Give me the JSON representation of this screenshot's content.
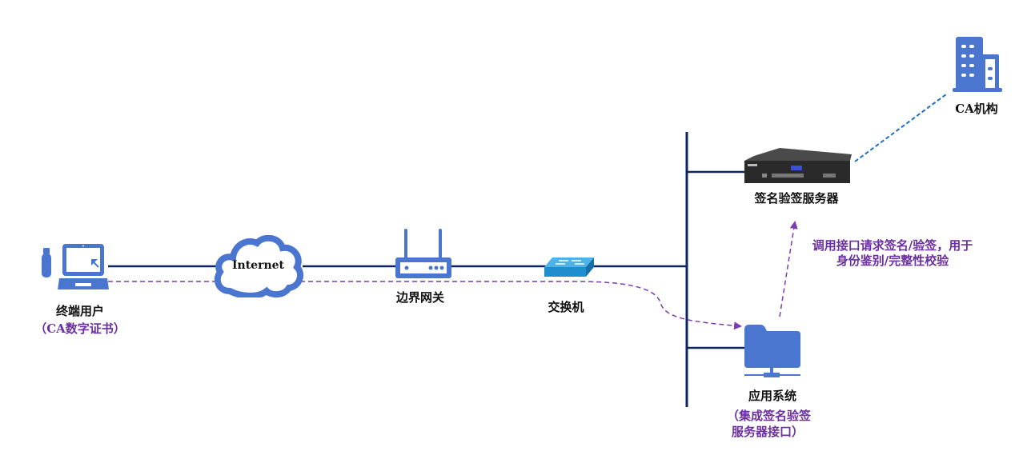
{
  "diagram": {
    "title": "",
    "colors": {
      "icon_blue": "#4a76cf",
      "link_navy": "#0d2560",
      "flow_purple": "#7a3cb0",
      "ca_link_blue": "#1f6fc0",
      "annotation_purple": "#6b2fa0"
    },
    "nodes": {
      "end_user": {
        "label": "终端用户",
        "sublabel": "（CA数字证书）",
        "icon": "laptop-with-usb-key-icon"
      },
      "internet": {
        "label": "Internet",
        "icon": "cloud-icon"
      },
      "gateway": {
        "label": "边界网关",
        "icon": "router-icon"
      },
      "switch": {
        "label": "交换机",
        "icon": "switch-icon"
      },
      "sign_server": {
        "label": "签名验签服务器",
        "icon": "rack-server-icon"
      },
      "ca": {
        "label": "CA机构",
        "icon": "building-icon"
      },
      "app_system": {
        "label": "应用系统",
        "sublabel_line1": "（集成签名验签",
        "sublabel_line2": "服务器接口）",
        "icon": "networked-folder-icon"
      }
    },
    "annotations": {
      "api_call_line1": "调用接口请求签名/验签，用于",
      "api_call_line2": "身份鉴别/完整性校验"
    },
    "edges": [
      {
        "from": "end_user",
        "to": "internet",
        "style": "solid"
      },
      {
        "from": "internet",
        "to": "gateway",
        "style": "solid"
      },
      {
        "from": "gateway",
        "to": "switch",
        "style": "solid"
      },
      {
        "from": "switch",
        "to": "backbone",
        "style": "solid"
      },
      {
        "from": "backbone",
        "to": "sign_server",
        "style": "solid"
      },
      {
        "from": "backbone",
        "to": "app_system",
        "style": "solid"
      },
      {
        "from": "sign_server",
        "to": "ca",
        "style": "dashed"
      },
      {
        "from": "end_user",
        "to": "app_system",
        "style": "dashed-arrow"
      },
      {
        "from": "app_system",
        "to": "sign_server",
        "style": "dashed-arrow"
      }
    ]
  }
}
